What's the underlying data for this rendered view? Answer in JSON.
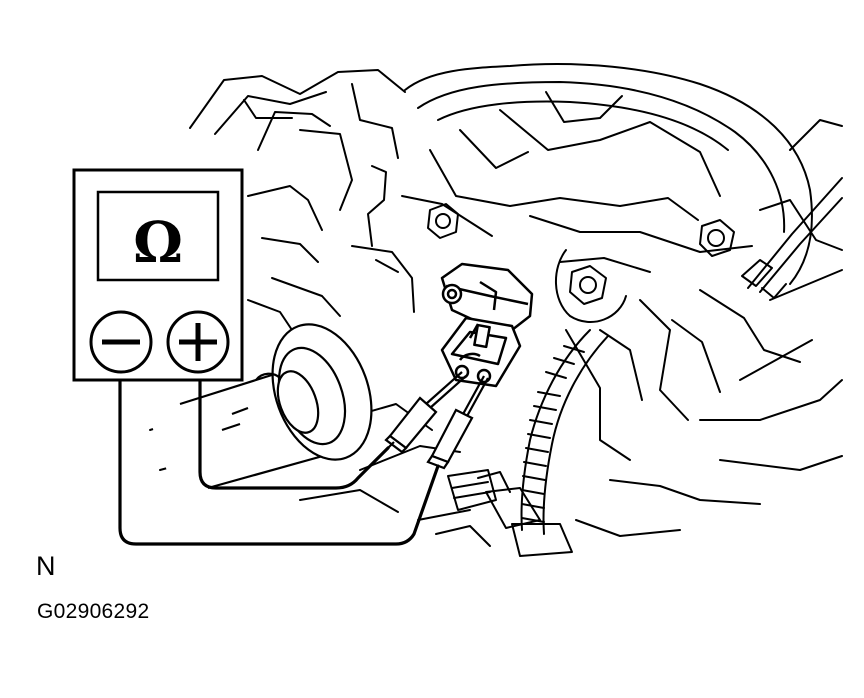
{
  "meter": {
    "display_symbol": "Ω",
    "negative_terminal_icon": "minus-icon",
    "positive_terminal_icon": "plus-icon"
  },
  "labels": {
    "view_letter": "N",
    "figure_code": "G02906292"
  },
  "colors": {
    "line": "#000000",
    "background": "#ffffff"
  }
}
